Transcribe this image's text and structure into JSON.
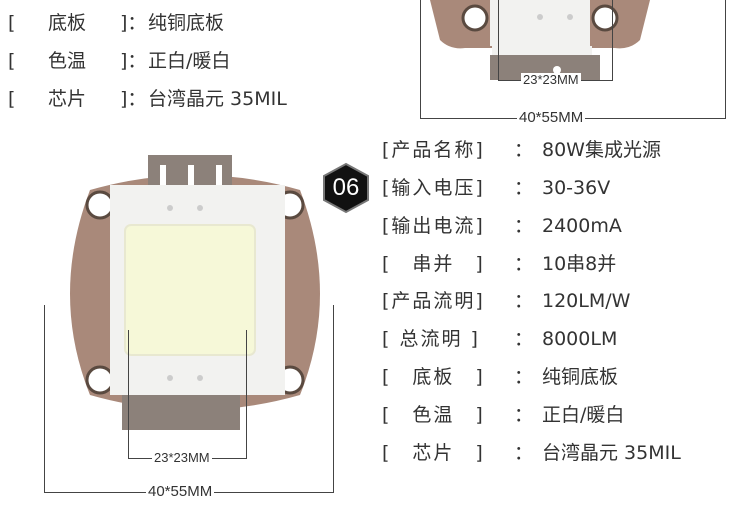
{
  "top_specs": [
    {
      "label": "底板",
      "value": "纯铜底板"
    },
    {
      "label": "色温",
      "value": "正白/暖白"
    },
    {
      "label": "芯片",
      "value": "台湾晶元 35MIL"
    }
  ],
  "top_chip": {
    "inner_dim": "23*23MM",
    "outer_dim": "40*55MM"
  },
  "badge": "06",
  "specs": [
    {
      "label": "[产品名称]",
      "value": "80W集成光源"
    },
    {
      "label": "[输入电压]",
      "value": "30-36V"
    },
    {
      "label": "[输出电流]",
      "value": "2400mA"
    },
    {
      "label": "[　串并　]",
      "value": "10串8并"
    },
    {
      "label": "[产品流明]",
      "value": "120LM/W"
    },
    {
      "label": "[ 总流明 ]",
      "value": "8000LM"
    },
    {
      "label": "[　底板　]",
      "value": "纯铜底板"
    },
    {
      "label": "[　色温　]",
      "value": "正白/暖白"
    },
    {
      "label": "[　芯片　]",
      "value": "台湾晶元 35MIL"
    }
  ],
  "bottom_chip": {
    "inner_dim": "23*23MM",
    "outer_dim": "40*55MM"
  },
  "colors": {
    "copper": "#a9897a",
    "frame": "#f2f2f0",
    "led": "#f6f8d8",
    "tab": "#8c817a"
  }
}
